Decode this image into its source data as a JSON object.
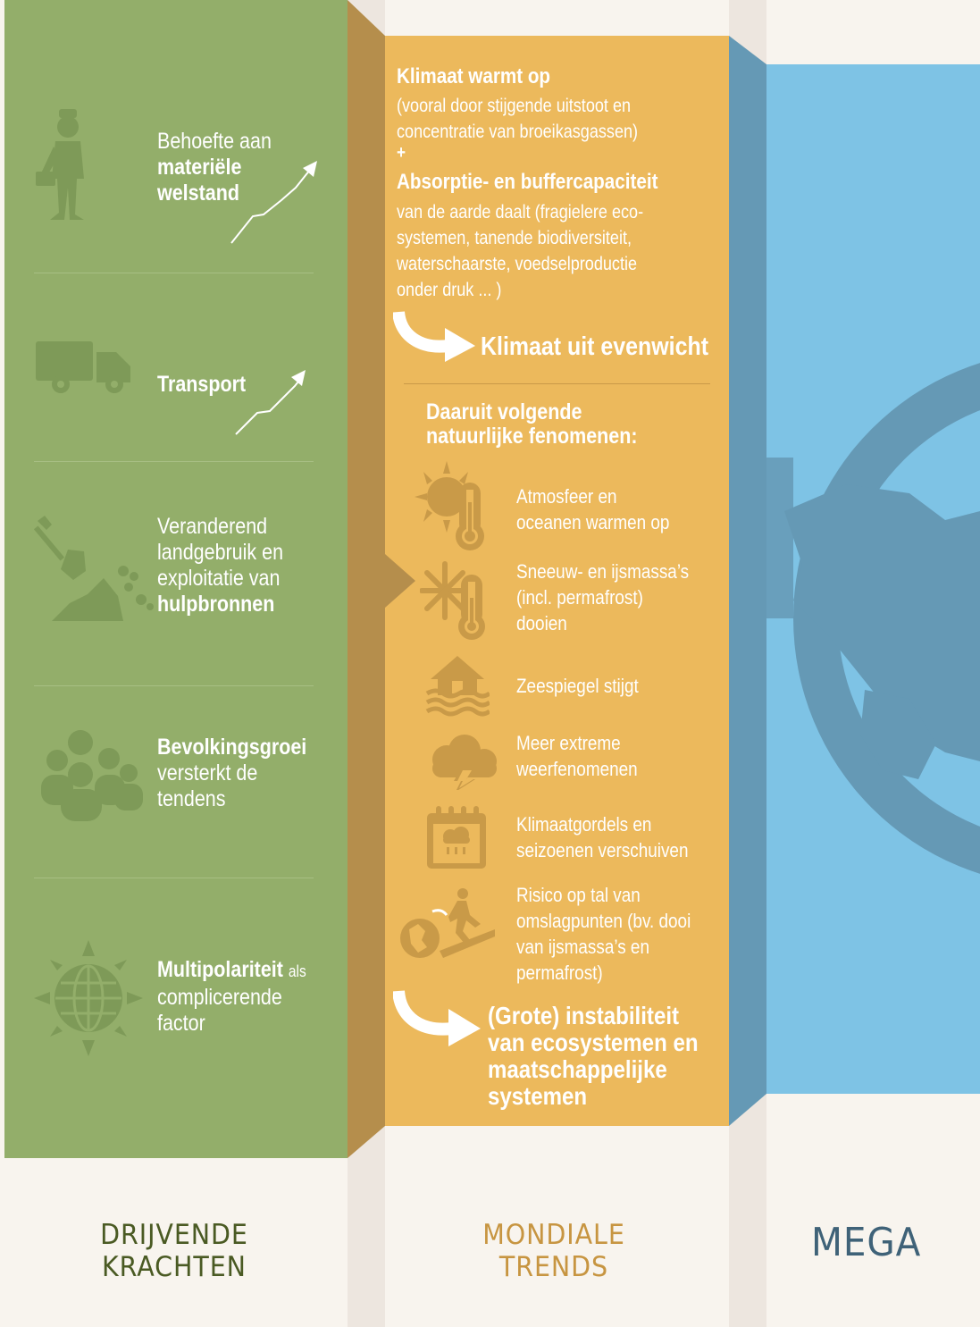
{
  "colors": {
    "green": "#93ae6a",
    "green_dark": "#7e9a58",
    "orange": "#ecb95c",
    "orange_dark": "#b58e4c",
    "blue": "#7ec3e5",
    "blue_dark": "#6599b5",
    "label_green": "#4a5a23",
    "label_orange": "#c79541",
    "label_blue": "#3f6278"
  },
  "drivers": {
    "items": [
      {
        "pre": "Behoefte aan",
        "bold": "materiële welstand",
        "icon": "businessman-icon"
      },
      {
        "bold": "Transport",
        "icon": "truck-icon"
      },
      {
        "pre": "Veranderend landgebruik en exploitatie van",
        "bold": "hulpbronnen",
        "icon": "shovel-digging-icon"
      },
      {
        "bold": "Bevolkingsgroei",
        "post": "versterkt de tendens",
        "icon": "crowd-icon"
      },
      {
        "bold": "Multipolariteit",
        "post_small": "als",
        "post": "complicerende factor",
        "icon": "globe-compass-icon"
      }
    ]
  },
  "trends": {
    "warm_title": "Klimaat warmt op",
    "warm_body_1": "(vooral door stijgende uitstoot en",
    "warm_body_2": "concentratie van broeikasgassen)",
    "plus": "+",
    "absorption_title": "Absorptie- en buffercapaciteit",
    "absorption_body_1": "van de aarde daalt (fragielere eco-",
    "absorption_body_2": "systemen, tanende biodiversiteit,",
    "absorption_body_3": "waterschaarste, voedselproductie",
    "absorption_body_4": "onder druk ... )",
    "result_1": "Klimaat uit evenwicht",
    "phenomena_title_1": "Daaruit volgende",
    "phenomena_title_2": "natuurlijke fenomenen:",
    "phenomena": [
      {
        "lines": [
          "Atmosfeer en",
          "oceanen warmen op"
        ],
        "icon": "sun-thermometer-icon"
      },
      {
        "lines": [
          "Sneeuw- en ijsmassa’s",
          "(incl. permafrost)",
          "dooien"
        ],
        "icon": "snowflake-thermometer-icon"
      },
      {
        "lines": [
          "Zeespiegel stijgt"
        ],
        "icon": "flooded-house-icon"
      },
      {
        "lines": [
          "Meer extreme",
          "weerfenomenen"
        ],
        "icon": "storm-cloud-icon"
      },
      {
        "lines": [
          "Klimaatgordels en",
          "seizoenen verschuiven"
        ],
        "icon": "calendar-rain-icon"
      },
      {
        "lines": [
          "Risico op tal van",
          "omslagpunten (bv. dooi",
          "van ijsmassa’s en",
          "permafrost)"
        ],
        "icon": "tipping-point-icon"
      }
    ],
    "result_2_lines": [
      "(Grote) instabiliteit",
      "van ecosystemen en",
      "maatschappelijke",
      "systemen"
    ]
  },
  "footer": {
    "col1_line1": "DRIJVENDE",
    "col1_line2": "KRACHTEN",
    "col2_line1": "MONDIALE",
    "col2_line2": "TRENDS",
    "col3": "MEGA"
  }
}
